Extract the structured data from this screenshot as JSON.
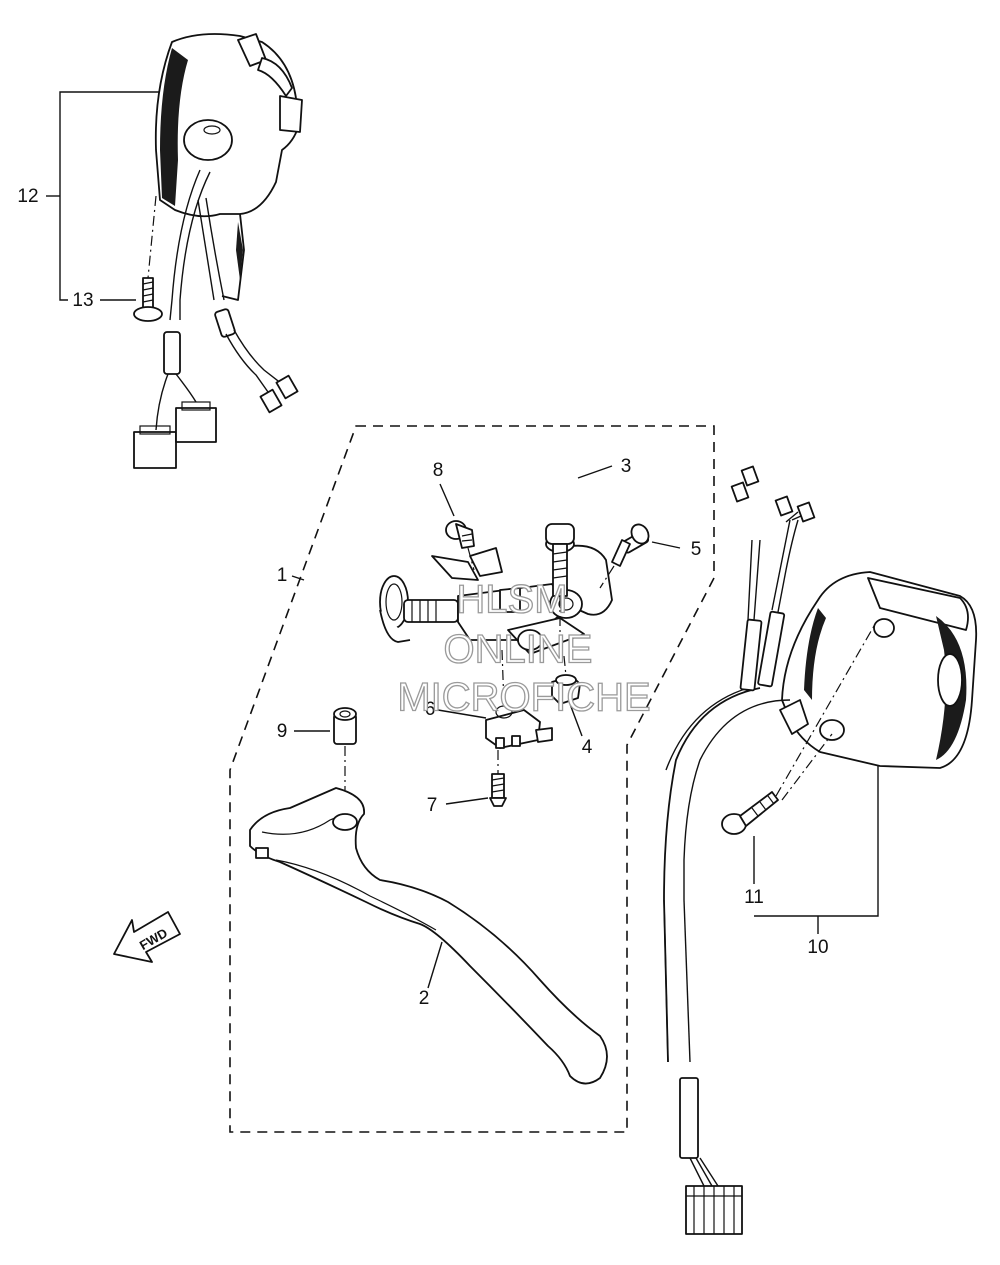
{
  "callouts": {
    "c1": "1",
    "c2": "2",
    "c3": "3",
    "c4": "4",
    "c5": "5",
    "c6": "6",
    "c7": "7",
    "c8": "8",
    "c9": "9",
    "c10": "10",
    "c11": "11",
    "c12": "12",
    "c13": "13"
  },
  "fwd_label": "FWD",
  "watermark": {
    "line1": "HLSM",
    "line2": "ONLINE",
    "line3": "MICROFICHE"
  }
}
